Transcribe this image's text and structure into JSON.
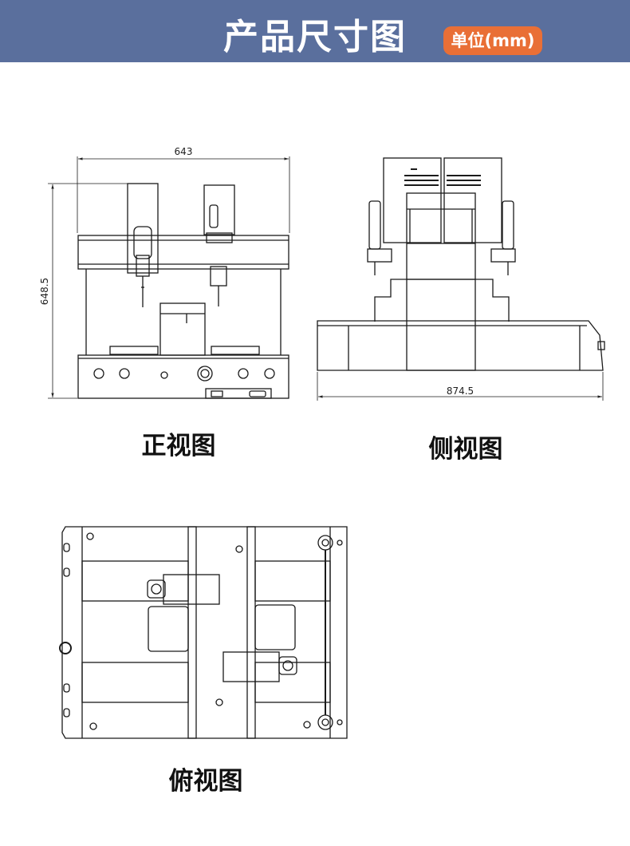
{
  "header": {
    "title": "产品尺寸图",
    "unit_badge": "单位(mm)"
  },
  "colors": {
    "banner": "#5a6f9d",
    "badge": "#e96f36",
    "line": "#1a1a1a"
  },
  "views": {
    "front": {
      "caption": "正视图",
      "width_label": "643",
      "height_label": "648.5"
    },
    "side": {
      "caption": "侧视图",
      "width_label": "874.5"
    },
    "top": {
      "caption": "俯视图"
    }
  }
}
